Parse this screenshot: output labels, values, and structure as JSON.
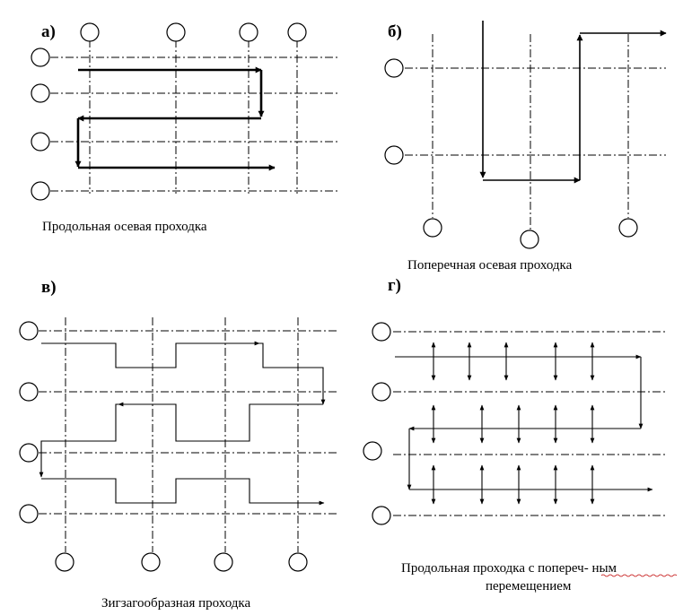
{
  "panels": {
    "a": {
      "letter": "а)",
      "caption": "Продольная осевая проходка"
    },
    "b": {
      "letter": "б)",
      "caption": "Поперечная осевая проходка"
    },
    "v": {
      "letter": "в)",
      "caption": "Зигзагообразная проходка"
    },
    "g": {
      "letter": "г)",
      "caption_line1": "Продольная проходка с попереч-   ным",
      "caption_line2": "перемещением"
    }
  },
  "colors": {
    "ink": "#000000",
    "spellcheck_underline": "#c00000"
  }
}
